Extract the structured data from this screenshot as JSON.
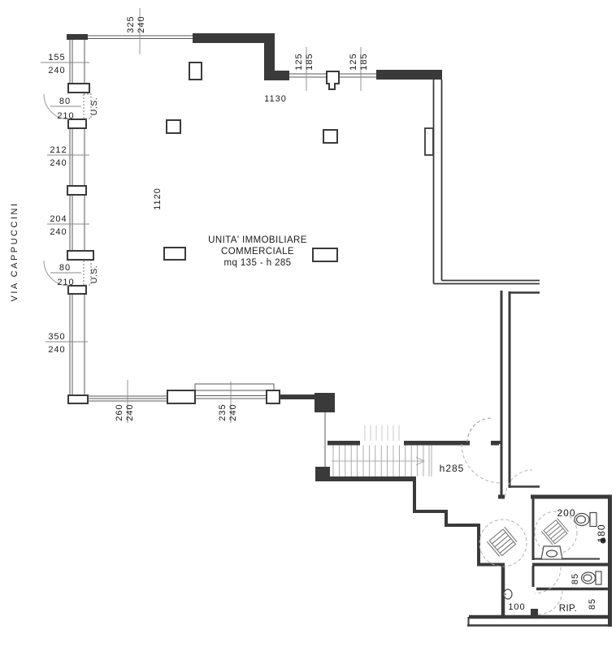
{
  "plan": {
    "street": "VIA CAPPUCCINI",
    "unit": {
      "title_line1": "UNITA' IMMOBILIARE",
      "title_line2": "COMMERCIALE",
      "title_line3": "mq 135 - h 285"
    },
    "rooms": {
      "hall_height": "h285",
      "storage": "RIP.",
      "corridor_width": "100",
      "wc_width": "200",
      "wc_depth": "180",
      "wc2_width": "85",
      "storage_width": "85"
    },
    "dimensions": {
      "top_window": {
        "w": "325",
        "h": "240"
      },
      "left_window_1": {
        "w": "155",
        "h": "240"
      },
      "exit_door_1": {
        "w": "80",
        "h": "210",
        "label": "U.S."
      },
      "left_window_2": {
        "w": "212",
        "h": "240"
      },
      "left_window_3": {
        "w": "204",
        "h": "240"
      },
      "exit_door_2": {
        "w": "80",
        "h": "210",
        "label": "U.S."
      },
      "left_window_4": {
        "w": "350",
        "h": "240"
      },
      "bottom_window_1": {
        "w": "260",
        "h": "240"
      },
      "bottom_window_2": {
        "w": "235",
        "h": "240"
      },
      "top_right_window_1": {
        "w": "125",
        "h": "185"
      },
      "top_right_window_2": {
        "w": "125",
        "h": "185"
      },
      "room_width": "1130",
      "room_depth": "1120"
    },
    "colors": {
      "walls": "#3a3a3a",
      "dims": "#8a8a8a"
    }
  }
}
